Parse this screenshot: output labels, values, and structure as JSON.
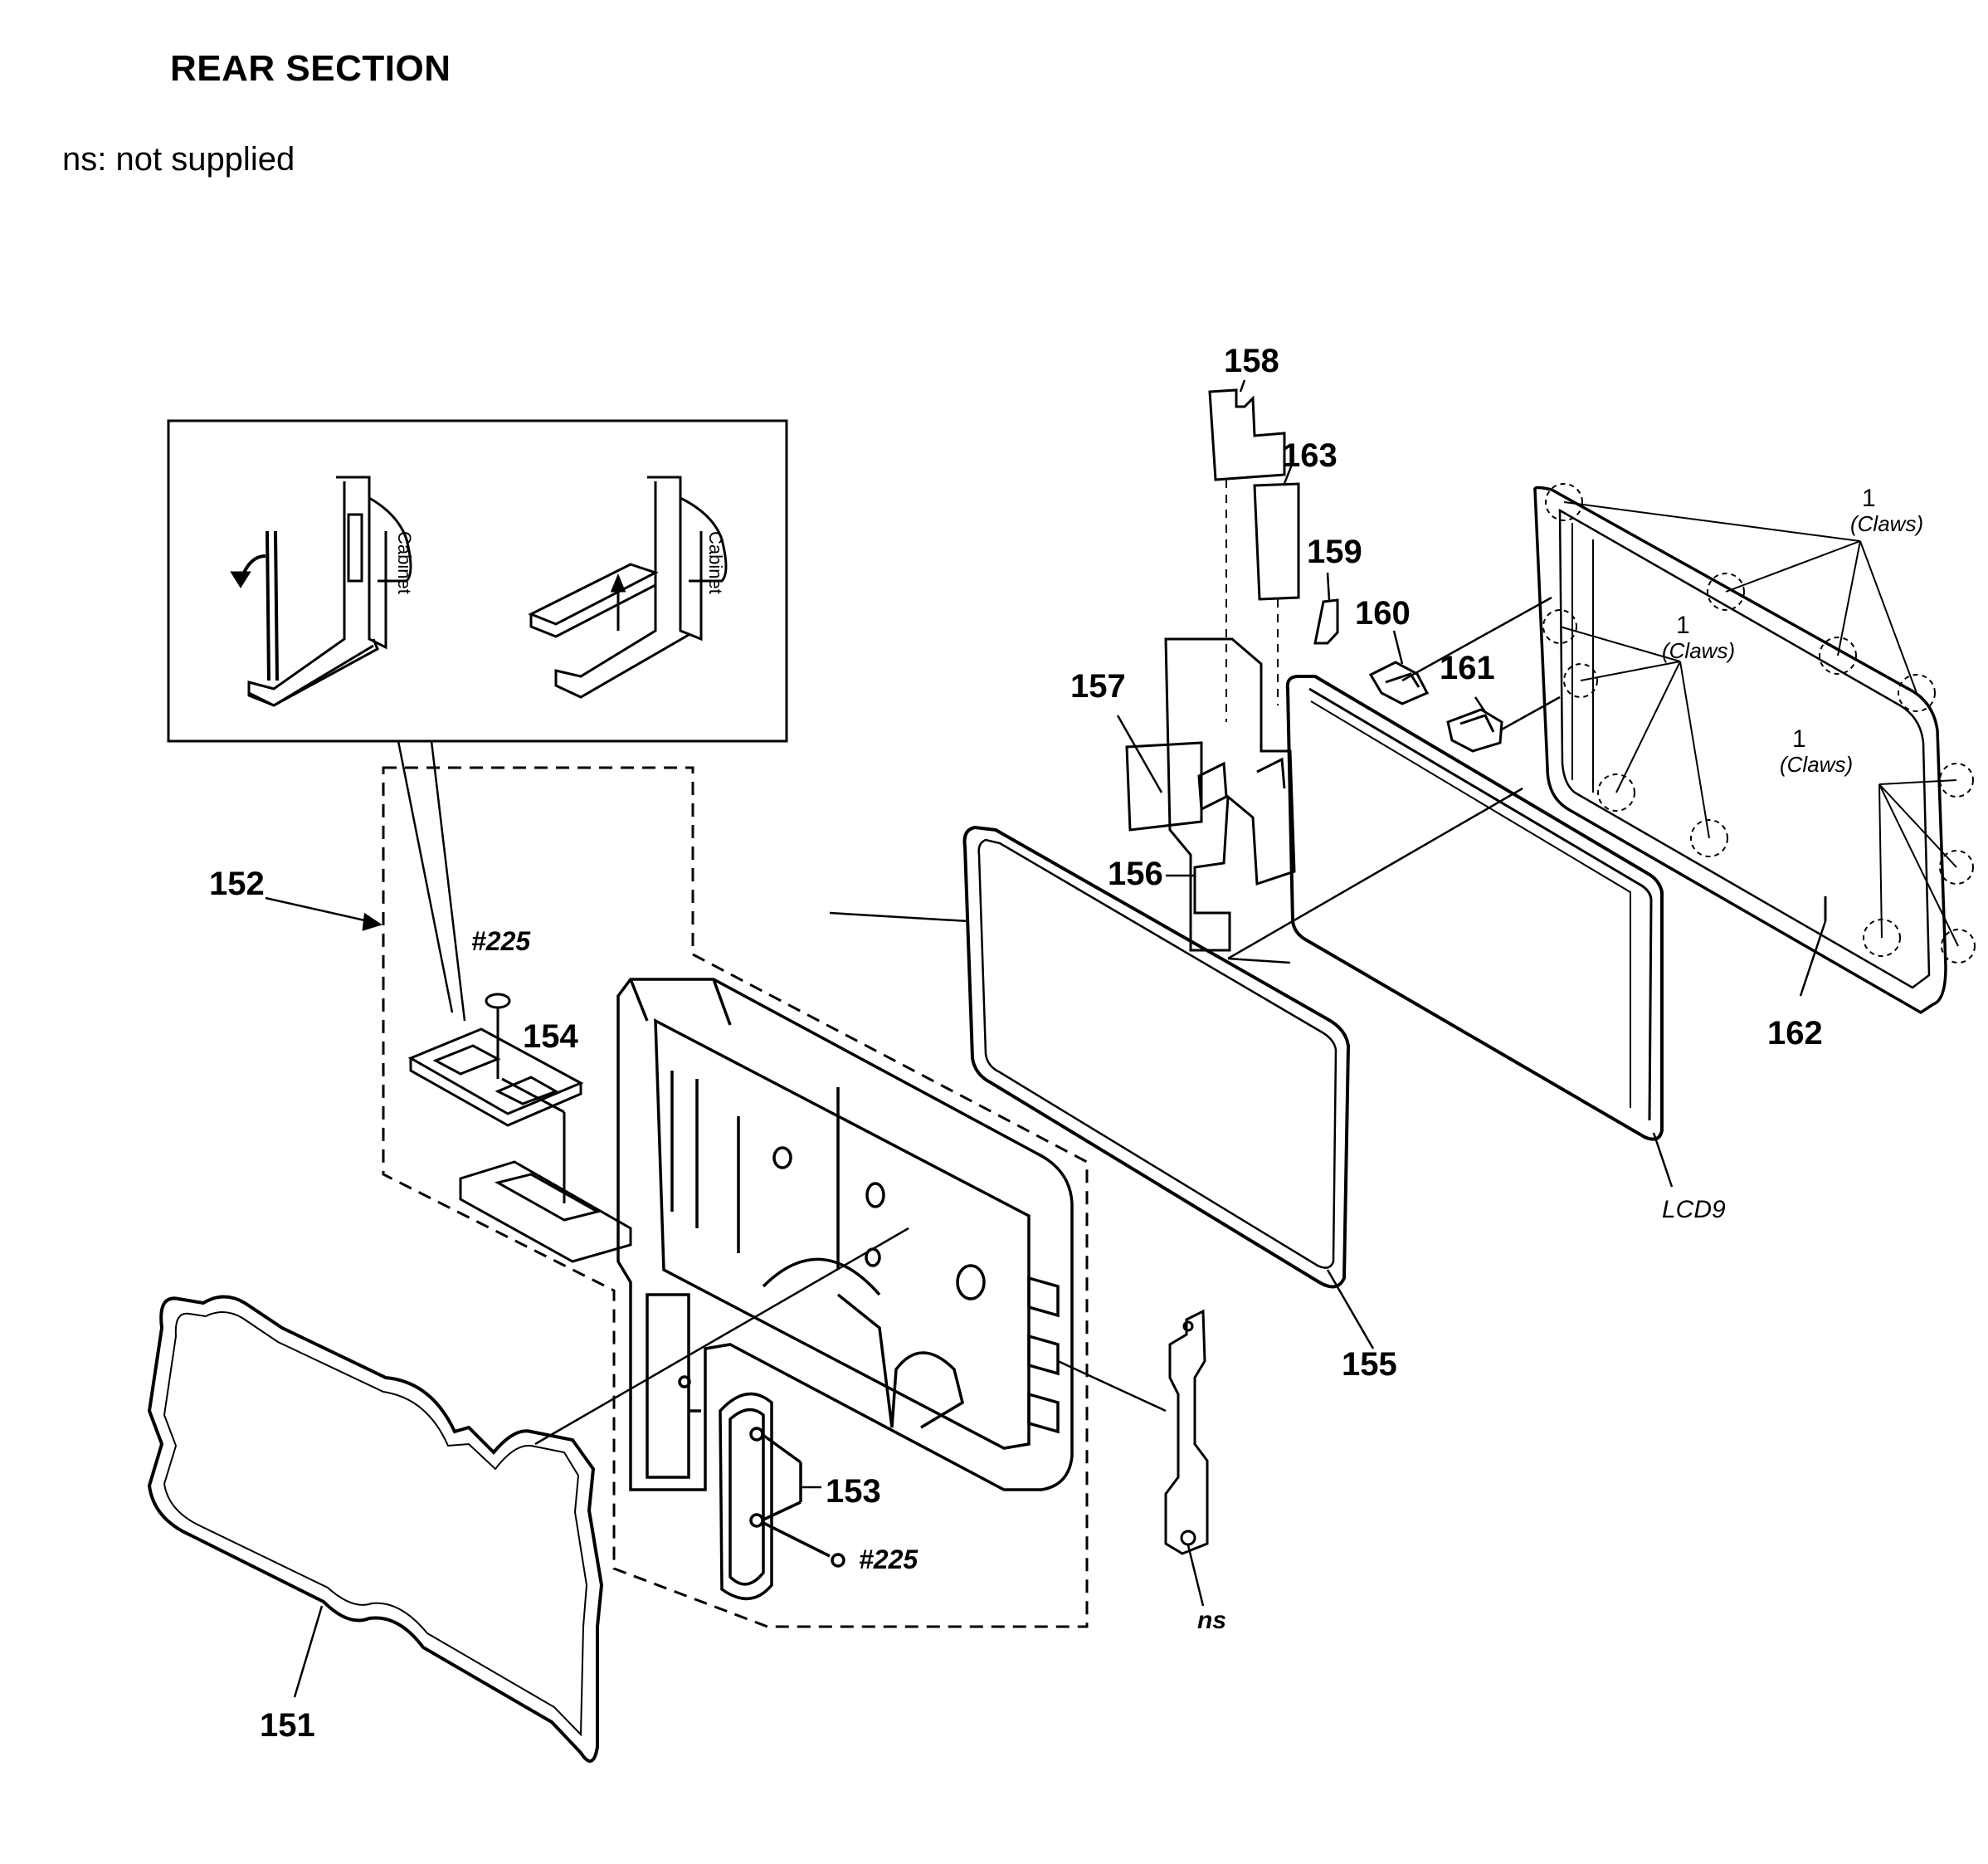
{
  "header": {
    "title": "REAR SECTION",
    "note": "ns: not supplied"
  },
  "callouts": {
    "p151": "151",
    "p152": "152",
    "p153": "153",
    "p154": "154",
    "p155": "155",
    "p156": "156",
    "p157": "157",
    "p158": "158",
    "p159": "159",
    "p160": "160",
    "p161": "161",
    "p162": "162",
    "p163": "163",
    "lcd": "LCD9",
    "ns": "ns",
    "screw_top": "#225",
    "screw_bottom": "#225",
    "claw_num_a": "1",
    "claw_num_b": "1",
    "claw_num_c": "1",
    "claws_a": "(Claws)",
    "claws_b": "(Claws)",
    "claws_c": "(Claws)"
  },
  "inset": {
    "cable_label_left": "Cabinet",
    "cable_label_right": "Cabinet"
  }
}
